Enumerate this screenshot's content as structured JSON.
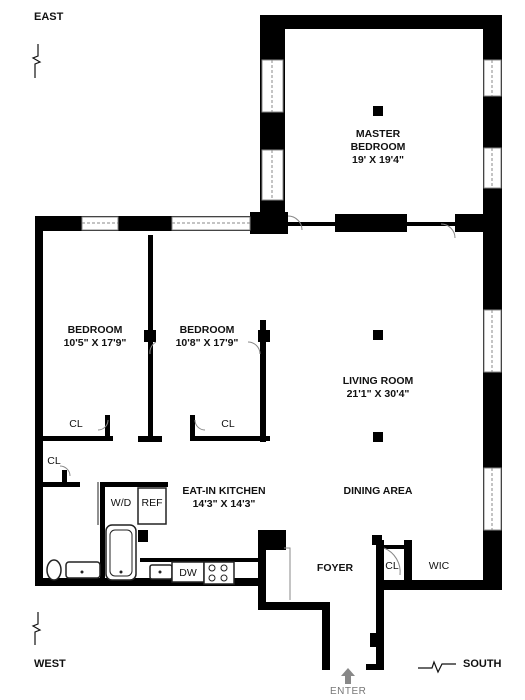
{
  "compass": {
    "top": "EAST",
    "bottom_left": "WEST",
    "bottom_right": "SOUTH"
  },
  "rooms": {
    "master_bedroom": {
      "line1": "MASTER",
      "line2": "BEDROOM",
      "dims": "19' X 19'4\""
    },
    "bedroom_1": {
      "name": "BEDROOM",
      "dims": "10'5\" X 17'9\""
    },
    "bedroom_2": {
      "name": "BEDROOM",
      "dims": "10'8\" X 17'9\""
    },
    "living_room": {
      "name": "LIVING ROOM",
      "dims": "21'1\" X 30'4\""
    },
    "kitchen": {
      "name": "EAT-IN KITCHEN",
      "dims": "14'3\" X 14'3\""
    },
    "dining_area": {
      "name": "DINING AREA"
    },
    "foyer": {
      "name": "FOYER"
    },
    "wic": {
      "name": "WIC"
    }
  },
  "closets": {
    "bedroom_1": "CL",
    "bedroom_2": "CL",
    "hall": "CL",
    "foyer": "CL"
  },
  "appliances": {
    "washer_dryer": "W/D",
    "refrigerator": "REF",
    "dishwasher": "DW"
  },
  "entry": {
    "label": "ENTER"
  }
}
